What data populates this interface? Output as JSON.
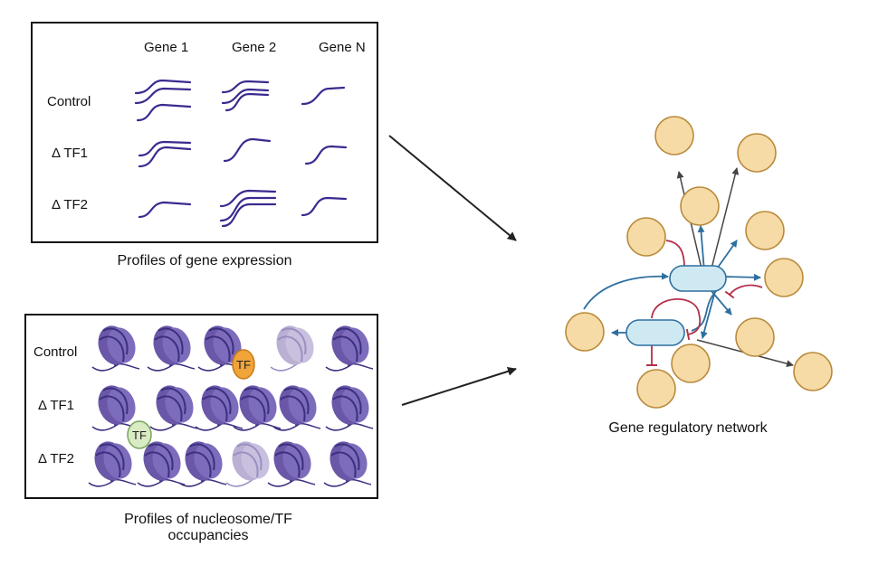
{
  "expression": {
    "genes": [
      "Gene 1",
      "Gene 2",
      "Gene N"
    ],
    "conditions": [
      "Control",
      "Δ TF1",
      "Δ TF2"
    ],
    "caption": "Profiles of gene expression"
  },
  "nucleosome": {
    "conditions": [
      "Control",
      "Δ TF1",
      "Δ TF2"
    ],
    "tf_label": "TF",
    "caption": "Profiles of nucleosome/TF occupancies"
  },
  "network": {
    "caption": "Gene regulatory network"
  },
  "colors": {
    "curve": "#3b2a8f",
    "nucleosome": "#6a57a8",
    "nucleosome_faded": "#b9b0d3",
    "tf_orange": "#f0a43a",
    "tf_green": "#d9ebc4",
    "node_fill": "#f6dba6",
    "node_stroke": "#b98a3c",
    "hub_fill": "#cfe9f2",
    "activation": "#2f6f9f",
    "repression": "#b3314a"
  }
}
